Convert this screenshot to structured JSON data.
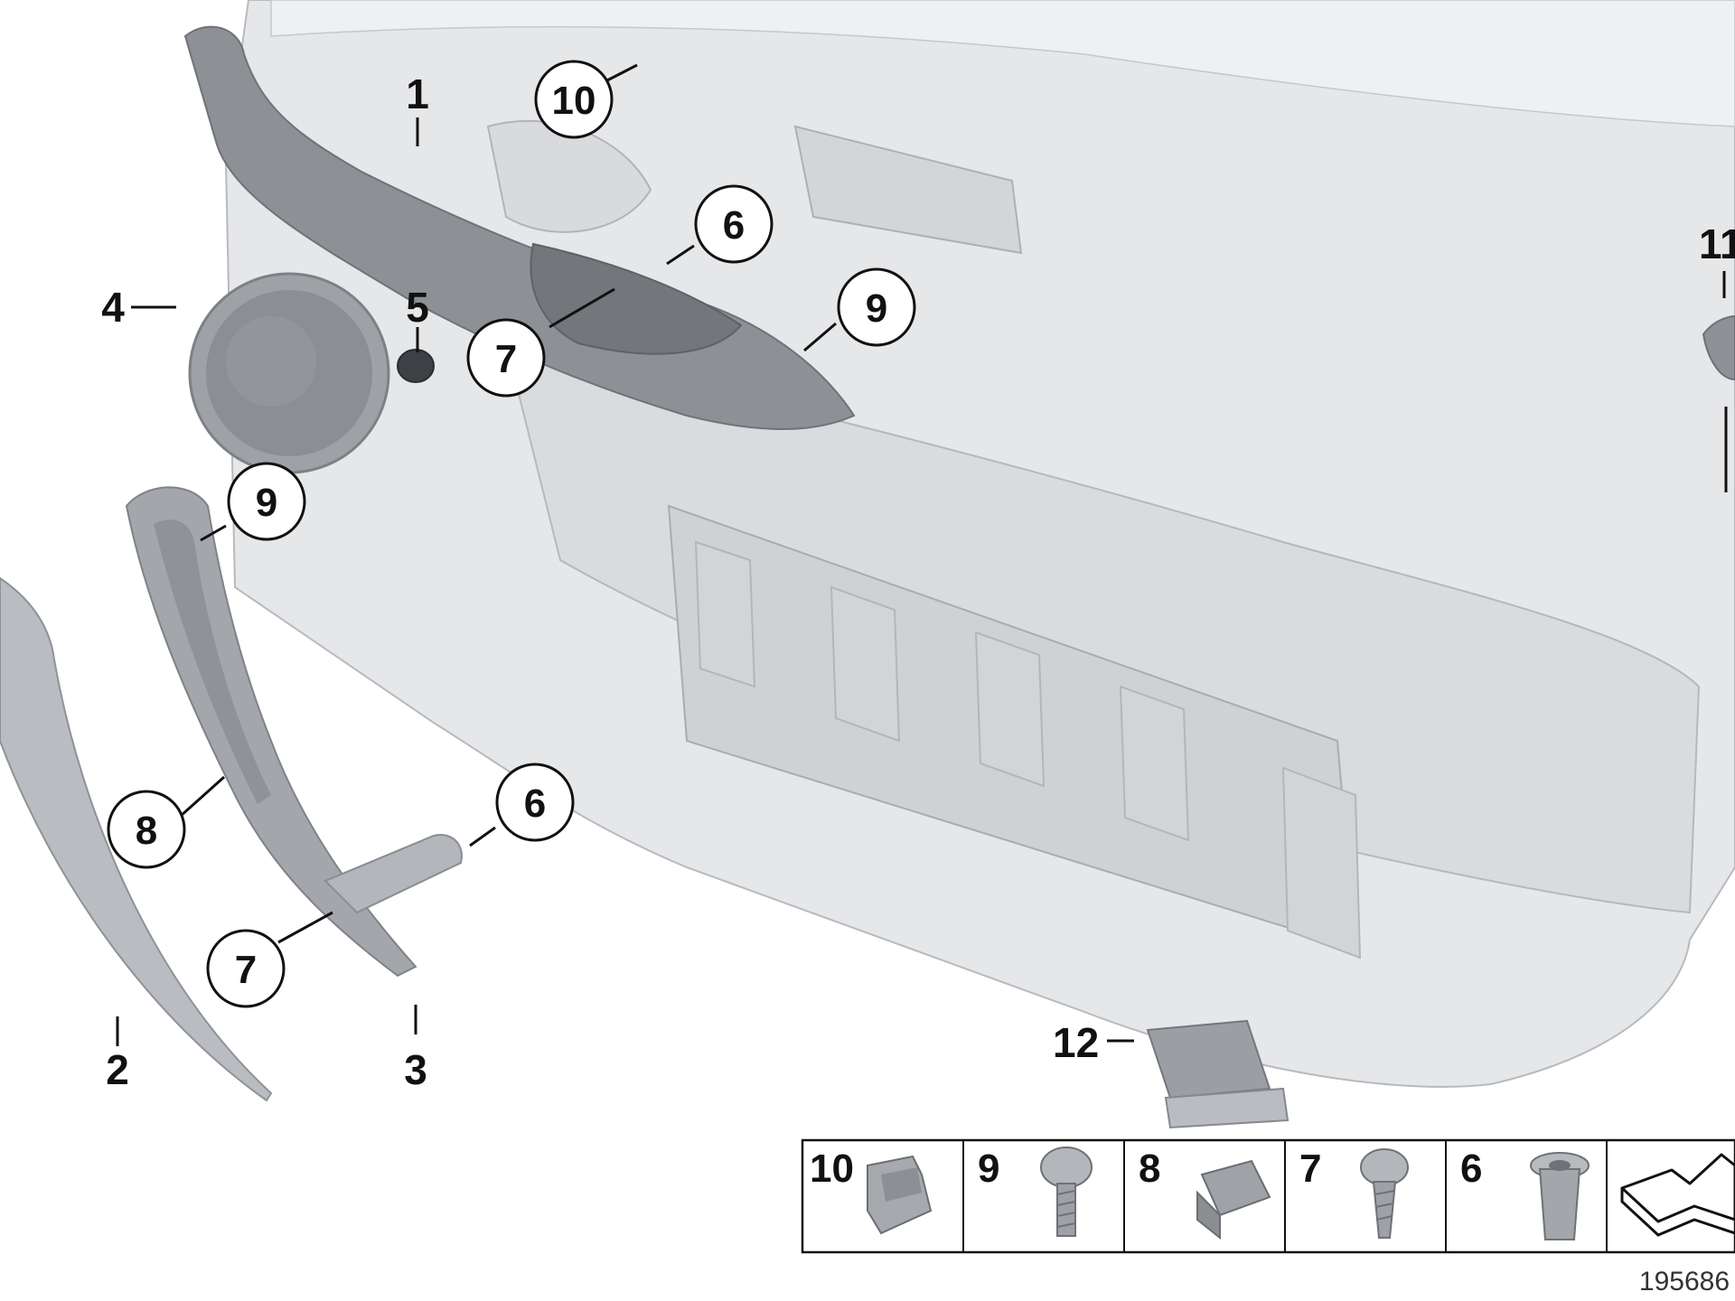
{
  "diagram": {
    "colors": {
      "panel_light": "#e6e7e9",
      "panel_mid": "#d5d7da",
      "part_dark": "#8d9095",
      "part_mid": "#a8abb0",
      "part_light": "#c4c7cb",
      "outline": "#9a9da2",
      "ink": "#111111"
    },
    "labels": {
      "p1": "1",
      "p2": "2",
      "p3": "3",
      "p4": "4",
      "p5": "5",
      "p11": "11",
      "p12": "12",
      "c10": "10",
      "c6a": "6",
      "c7a": "7",
      "c9a": "9",
      "c9b": "9",
      "c8": "8",
      "c6b": "6",
      "c7b": "7"
    },
    "legend": [
      {
        "number": "10",
        "icon": "clip-icon"
      },
      {
        "number": "9",
        "icon": "screw-icon"
      },
      {
        "number": "8",
        "icon": "clip-nut-icon"
      },
      {
        "number": "7",
        "icon": "screw-icon"
      },
      {
        "number": "6",
        "icon": "expanding-nut-icon"
      },
      {
        "number": "",
        "icon": "bracket-arrow-icon"
      }
    ],
    "drawing_id": "195686"
  }
}
